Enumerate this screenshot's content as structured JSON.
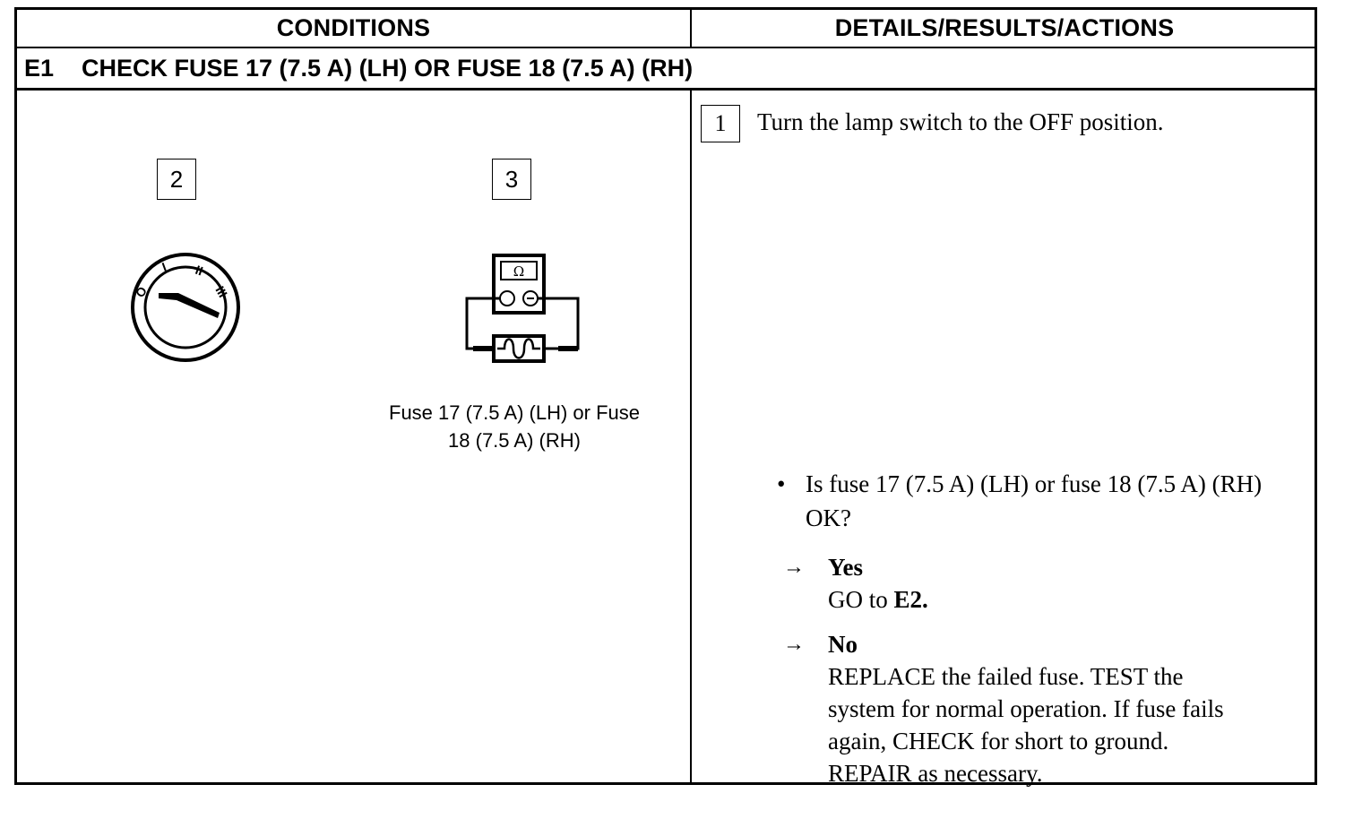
{
  "header": {
    "conditions_label": "CONDITIONS",
    "details_label": "DETAILS/RESULTS/ACTIONS"
  },
  "step": {
    "id": "E1",
    "title": "CHECK FUSE 17 (7.5 A) (LH) OR FUSE 18 (7.5 A) (RH)"
  },
  "conditions": {
    "box_2": "2",
    "box_3": "3",
    "switch_positions": [
      "O",
      "I",
      "II",
      "III"
    ],
    "meter_symbol": "Ω",
    "caption_line1": "Fuse 17 (7.5 A) (LH) or Fuse",
    "caption_line2": "18 (7.5 A) (RH)"
  },
  "details": {
    "box_1": "1",
    "step1_text": "Turn the lamp switch to the OFF position.",
    "bullet_symbol": "•",
    "question": "Is fuse 17 (7.5 A) (LH) or fuse 18 (7.5 A) (RH) OK?",
    "arrow_symbol": "→",
    "yes_label": "Yes",
    "yes_action_prefix": "GO to ",
    "yes_action_target": "E2.",
    "no_label": "No",
    "no_action_lines": [
      "REPLACE the failed fuse. TEST the",
      "system for normal operation. If fuse fails",
      "again, CHECK for short to ground.",
      "REPAIR as necessary."
    ]
  }
}
